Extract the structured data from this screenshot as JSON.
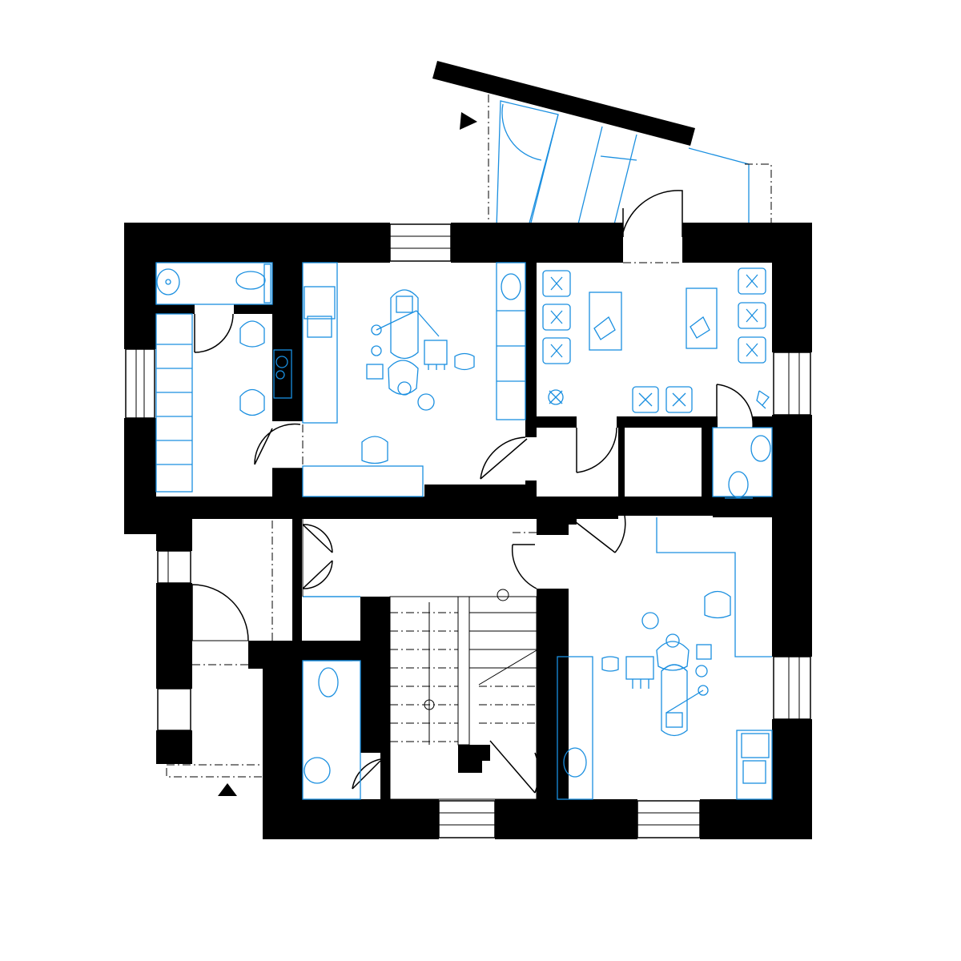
{
  "plan": {
    "colors": {
      "walls": "#000000",
      "furniture": "#1a8fe0",
      "background": "#ffffff"
    },
    "entrances": 2,
    "rooms": [
      {
        "id": "wc-top-left"
      },
      {
        "id": "staff-room"
      },
      {
        "id": "treatment-room-1"
      },
      {
        "id": "waiting-room"
      },
      {
        "id": "wc-right"
      },
      {
        "id": "hall"
      },
      {
        "id": "staircase"
      },
      {
        "id": "wc-bottom"
      },
      {
        "id": "treatment-room-2"
      },
      {
        "id": "vestibule"
      }
    ]
  }
}
